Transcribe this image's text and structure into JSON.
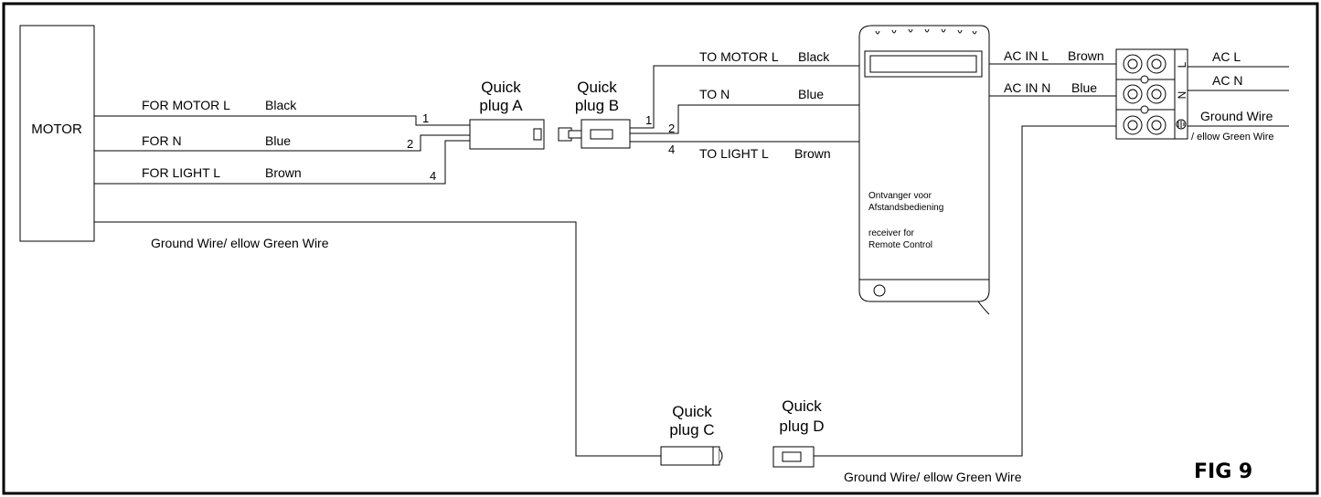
{
  "figure_label": "FIG 9",
  "motor": {
    "label": "MOTOR"
  },
  "left_wires": {
    "motor_l": {
      "label": "FOR MOTOR L",
      "color": "Black",
      "pin": "1"
    },
    "n": {
      "label": "FOR  N",
      "color": "Blue",
      "pin": "2"
    },
    "light_l": {
      "label": "FOR LIGHT L",
      "color": "Brown",
      "pin": "4"
    },
    "ground": "Ground Wire/ ellow   Green Wire"
  },
  "plugs": {
    "a": {
      "line1": "Quick",
      "line2": "plug A"
    },
    "b": {
      "line1": "Quick",
      "line2": "plug B"
    },
    "c": {
      "line1": "Quick",
      "line2": "plug C"
    },
    "d": {
      "line1": "Quick",
      "line2": "plug D"
    }
  },
  "right_wires": {
    "motor_l": {
      "label": "TO MOTOR L",
      "color": "Black",
      "pin": "1"
    },
    "n": {
      "label": "TO  N",
      "color": "Blue",
      "pin": "2"
    },
    "light_l": {
      "label": "TO LIGHT   L",
      "color": "Brown",
      "pin": "4"
    }
  },
  "receiver": {
    "line1": "Ontvanger voor",
    "line2": "Afstandsbediening",
    "line3": "receiver for",
    "line4": "Remote Control"
  },
  "ac_in": {
    "l": {
      "label": "AC IN L",
      "color": "Brown"
    },
    "n": {
      "label": "AC IN N",
      "color": "Blue"
    }
  },
  "terminal": {
    "mark_l": "L",
    "mark_n": "N"
  },
  "mains": {
    "l": "AC  L",
    "n": "AC  N",
    "ground": "Ground Wire",
    "ground_color": "/ ellow   Green Wire"
  },
  "bottom_ground": "Ground Wire/ ellow   Green Wire"
}
